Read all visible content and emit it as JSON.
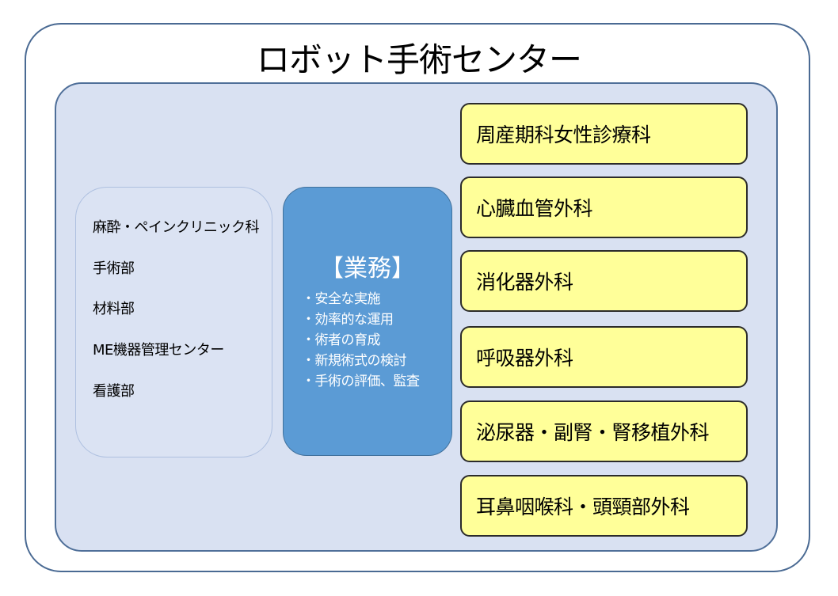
{
  "title": "ロボット手術センター",
  "departments": [
    "麻酔・ペインクリニック科",
    "手術部",
    "材料部",
    "ME機器管理センター",
    "看護部"
  ],
  "duties": {
    "heading": "【業務】",
    "items": [
      "・安全な実施",
      "・効率的な運用",
      "・術者の育成",
      "・新規術式の検討",
      "・手術の評価、監査"
    ]
  },
  "clinical_departments": [
    "周産期科女性診療科",
    "心臓血管外科",
    "消化器外科",
    "呼吸器外科",
    "泌尿器・副腎・腎移植外科",
    "耳鼻咽喉科・頭頸部外科"
  ],
  "colors": {
    "outer_border": "#4a6a93",
    "panel_fill": "#d9e1f2",
    "duties_fill": "#5b9bd5",
    "clinic_fill": "#ffff99"
  }
}
